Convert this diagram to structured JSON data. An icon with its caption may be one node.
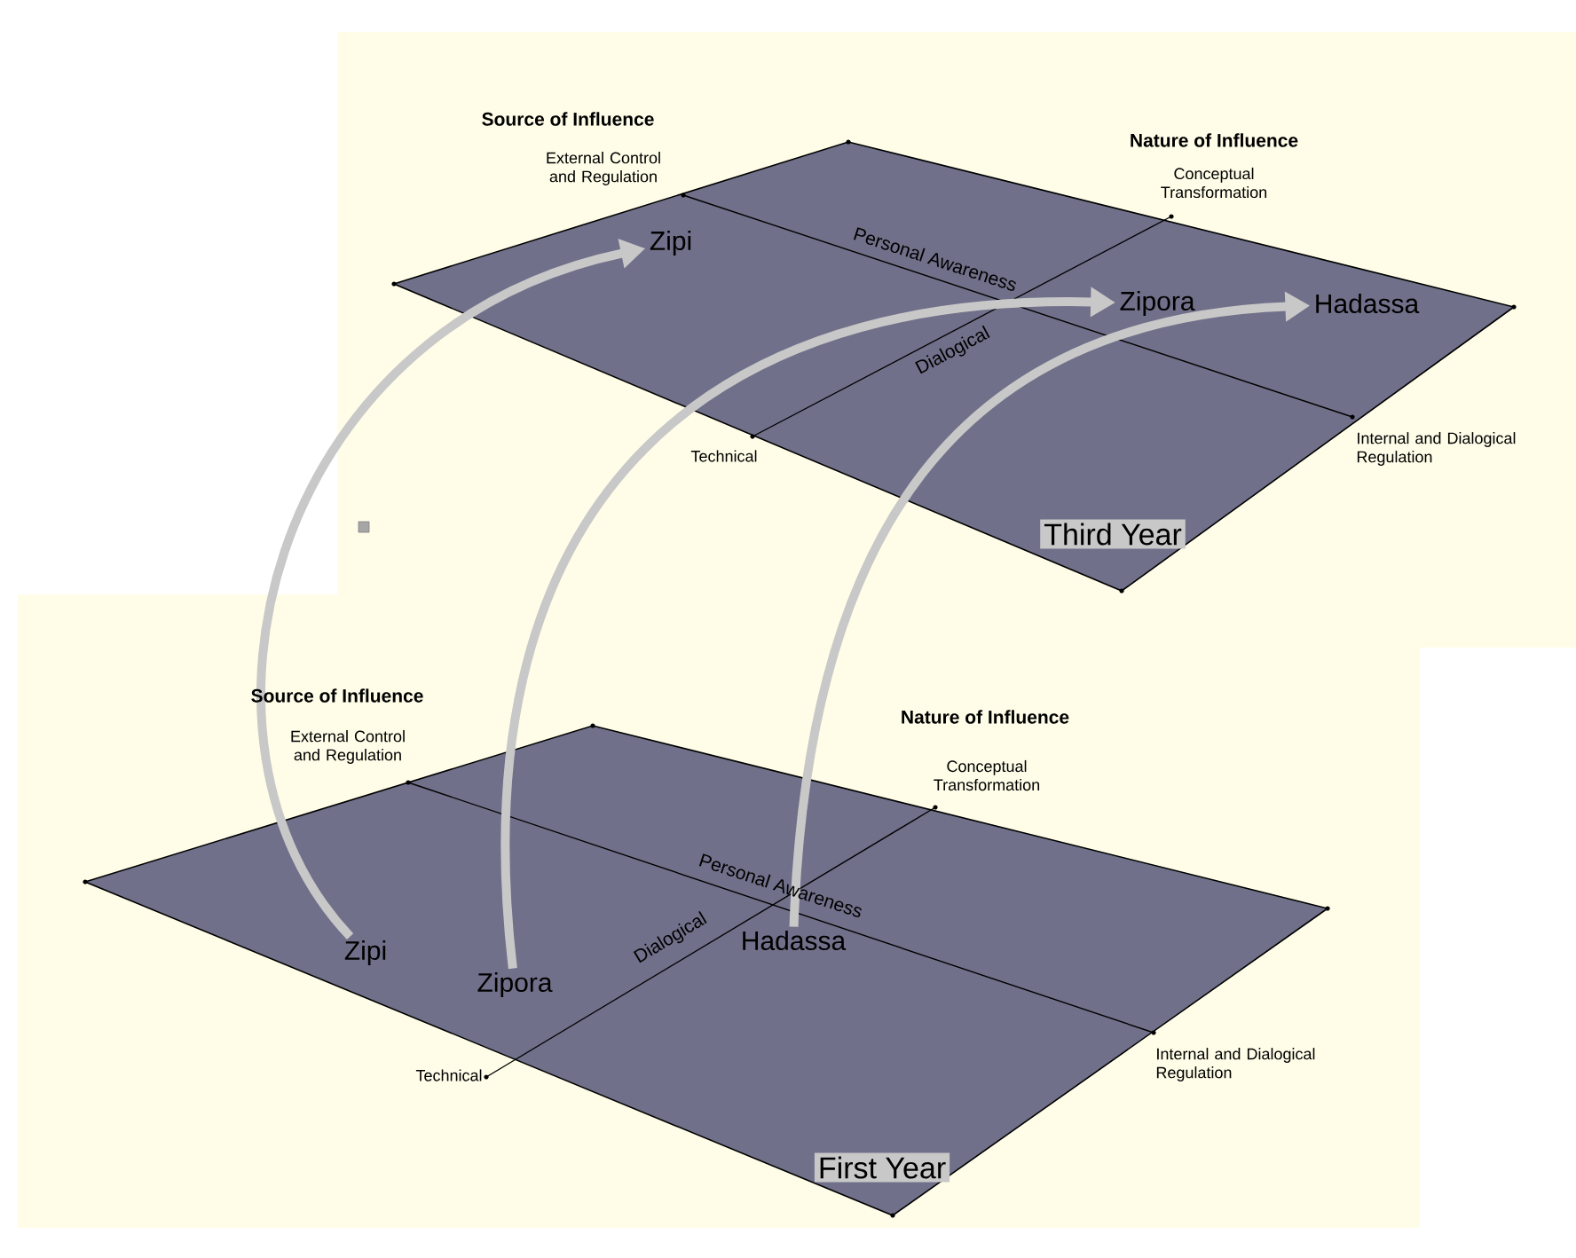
{
  "diagram": {
    "nodes": [
      {
        "text": [
          "Third Year"
        ]
      },
      {
        "text": [
          "Zipi"
        ],
        "in": 0
      },
      {
        "text": [
          "Zipora"
        ],
        "in": 0
      },
      {
        "text": [
          "Hadassa"
        ],
        "in": 0
      },
      {
        "text": [
          "First Year"
        ]
      },
      {
        "text": [
          "Zipi"
        ],
        "in": 4
      },
      {
        "text": [
          "Zipora"
        ],
        "in": 4
      },
      {
        "text": [
          "Hadassa"
        ],
        "in": 4
      }
    ],
    "edges": [
      {
        "from": 5,
        "to": 1,
        "arrow": "to"
      },
      {
        "from": 6,
        "to": 2,
        "arrow": "to"
      },
      {
        "from": 7,
        "to": 3,
        "arrow": "to"
      }
    ],
    "labels": [
      "Source of Influence",
      "External Control and Regulation",
      "Nature of Influence",
      "Conceptual Transformation",
      "Personal Awareness",
      "Dialogical",
      "Technical",
      "Internal and Dialogical Regulation",
      "Source of Influence",
      "External Control and Regulation",
      "Nature of Influence",
      "Conceptual Transformation",
      "Personal Awareness",
      "Dialogical",
      "Technical",
      "Internal and Dialogical Regulation"
    ]
  }
}
